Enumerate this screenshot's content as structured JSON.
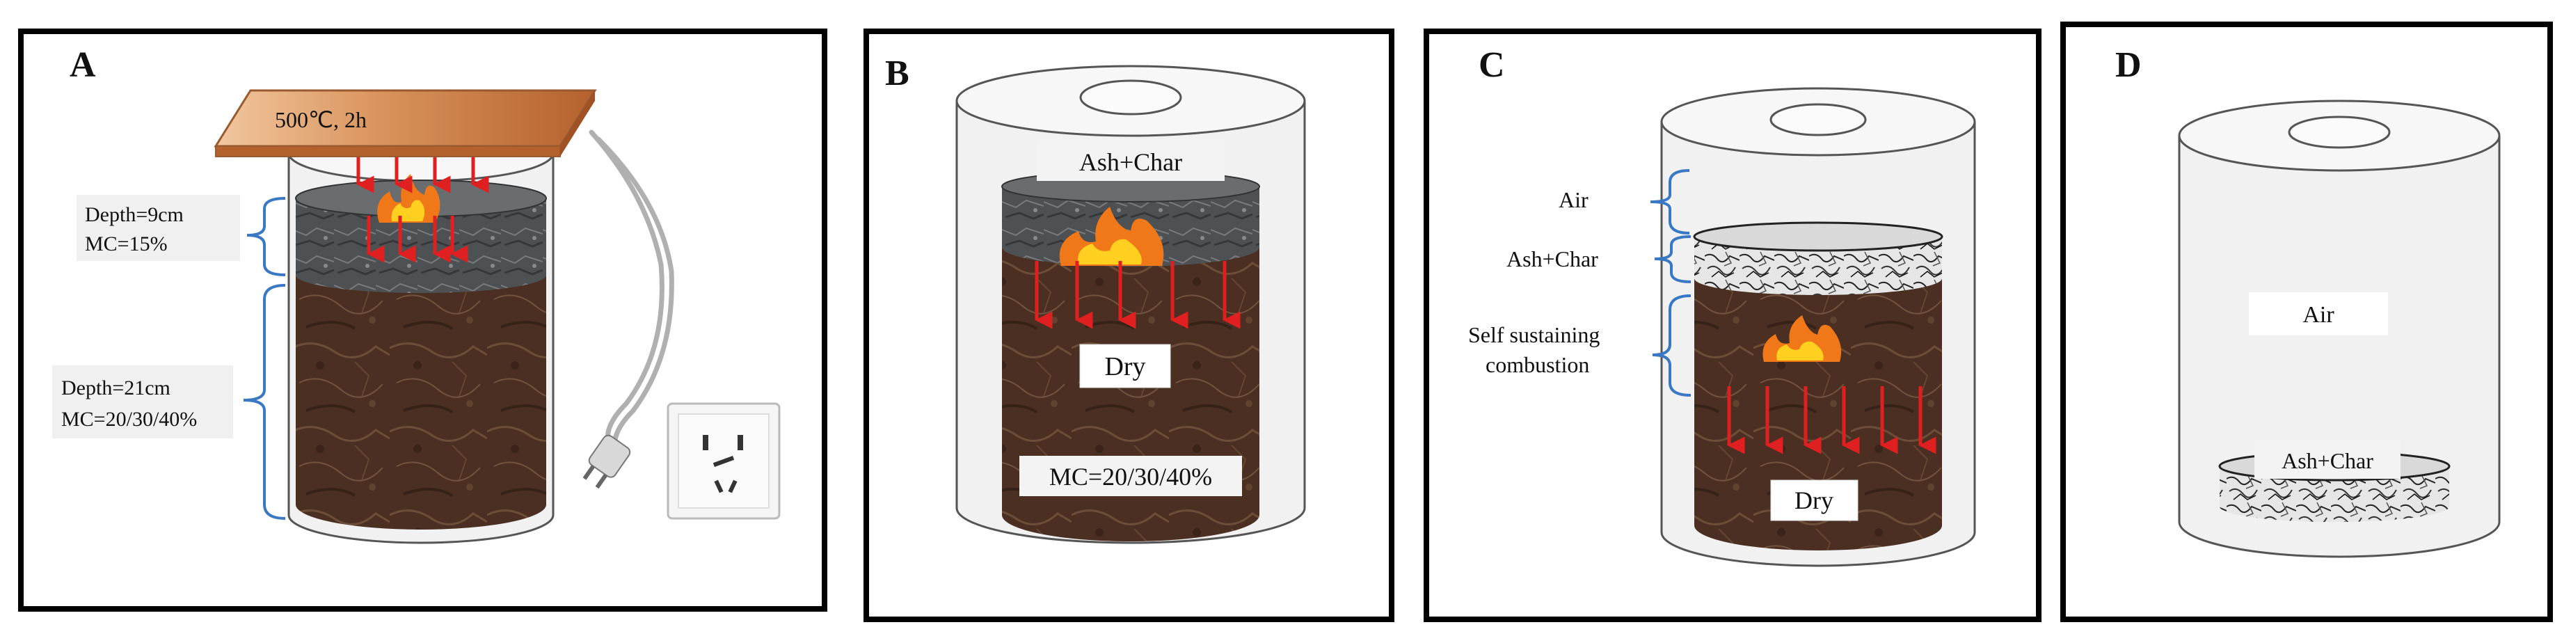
{
  "panels": {
    "a": {
      "letter": "A",
      "heater_label": "500℃, 2h",
      "top_layer": {
        "depth": "Depth=9cm",
        "mc": "MC=15%"
      },
      "bottom_layer": {
        "depth": "Depth=21cm",
        "mc": "MC=20/30/40%"
      }
    },
    "b": {
      "letter": "B",
      "top_label": "Ash+Char",
      "dry_label": "Dry",
      "mc_label": "MC=20/30/40%"
    },
    "c": {
      "letter": "C",
      "air_label": "Air",
      "ash_label": "Ash+Char",
      "combustion_label_1": "Self sustaining",
      "combustion_label_2": "combustion",
      "dry_label": "Dry"
    },
    "d": {
      "letter": "D",
      "air_label": "Air",
      "ash_label": "Ash+Char"
    }
  },
  "colors": {
    "frame": "#000000",
    "cylinder_fill": "#f1f1f1",
    "soil": "#4a2f22",
    "soil_vein": "#7a5a42",
    "char": "#4e5153",
    "arrow": "#e02020",
    "bracket": "#3a78c4",
    "heater": "#d48a52",
    "flame_outer": "#f07818",
    "flame_inner": "#ffd020"
  }
}
